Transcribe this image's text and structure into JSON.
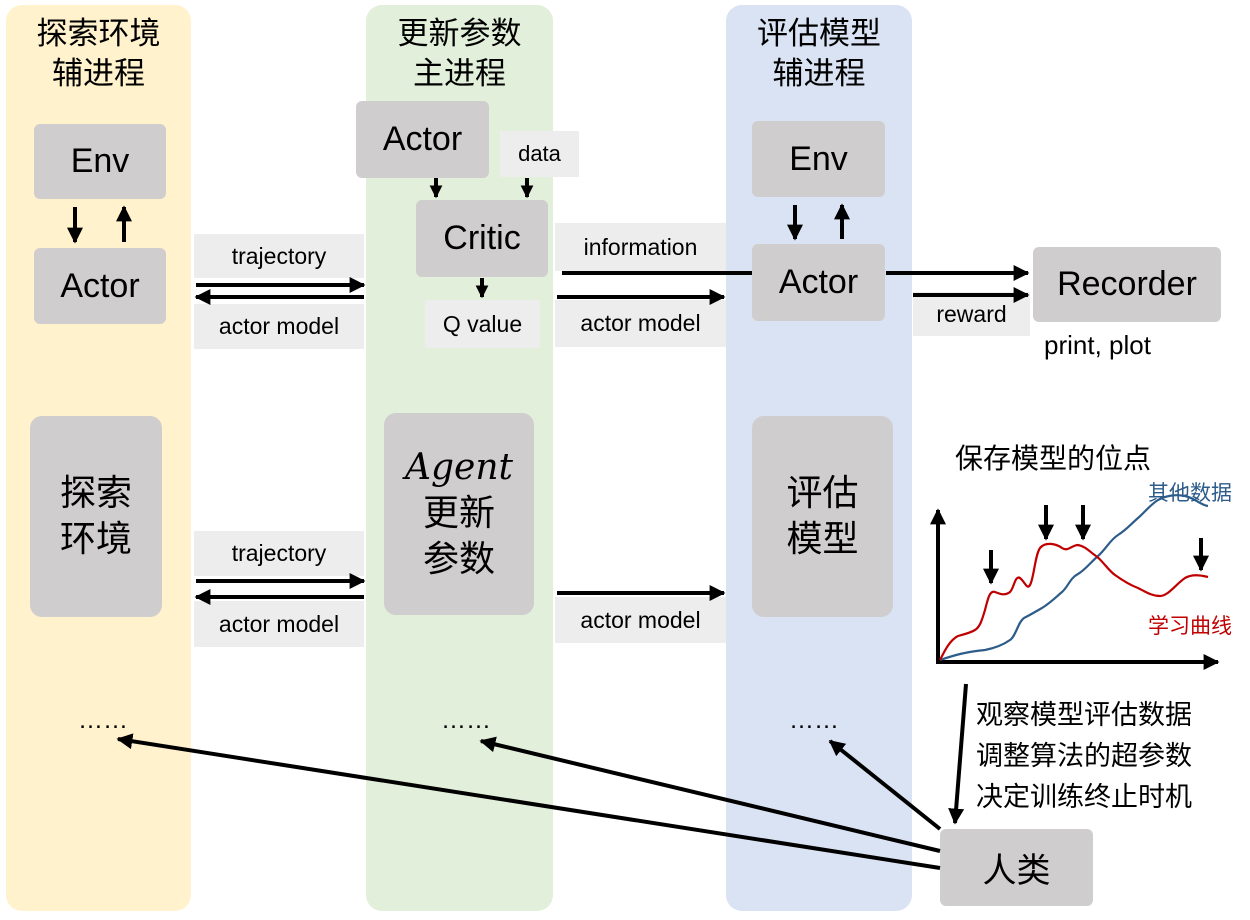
{
  "lanes": {
    "explore": {
      "title_line1": "探索环境",
      "title_line2": "辅进程",
      "color": "#fff2cc"
    },
    "update": {
      "title_line1": "更新参数",
      "title_line2": "主进程",
      "color": "#e2efda"
    },
    "evaluate": {
      "title_line1": "评估模型",
      "title_line2": "辅进程",
      "color": "#dae3f3"
    }
  },
  "explore_lane": {
    "env": "Env",
    "actor": "Actor",
    "big_line1": "探索",
    "big_line2": "环境",
    "ellipsis": "……"
  },
  "update_lane": {
    "actor": "Actor",
    "data_label": "data",
    "critic": "Critic",
    "q_value": "Q value",
    "agent_word": "Agent",
    "big_line2": "更新",
    "big_line3": "参数",
    "ellipsis": "……"
  },
  "evaluate_lane": {
    "env": "Env",
    "actor": "Actor",
    "big_line1": "评估",
    "big_line2": "模型",
    "ellipsis": "……"
  },
  "links": {
    "trajectory_top": "trajectory",
    "actor_model_top_left": "actor model",
    "information": "information",
    "actor_model_top_right": "actor model",
    "trajectory_bottom": "trajectory",
    "actor_model_bottom_left": "actor model",
    "actor_model_bottom_right": "actor model",
    "reward": "reward"
  },
  "recorder": {
    "label": "Recorder",
    "note": "print, plot"
  },
  "chart_panel": {
    "title": "保存模型的位点",
    "series": [
      {
        "name": "其他数据",
        "color": "#2e5c8a"
      },
      {
        "name": "学习曲线",
        "color": "#c00000"
      }
    ]
  },
  "human": {
    "label": "人类",
    "note_line1": "观察模型评估数据",
    "note_line2": "调整算法的超参数",
    "note_line3": "决定训练终止时机"
  },
  "colors": {
    "box": "#cfcdcd",
    "label_bg": "#ededed",
    "arrow": "#000000"
  }
}
